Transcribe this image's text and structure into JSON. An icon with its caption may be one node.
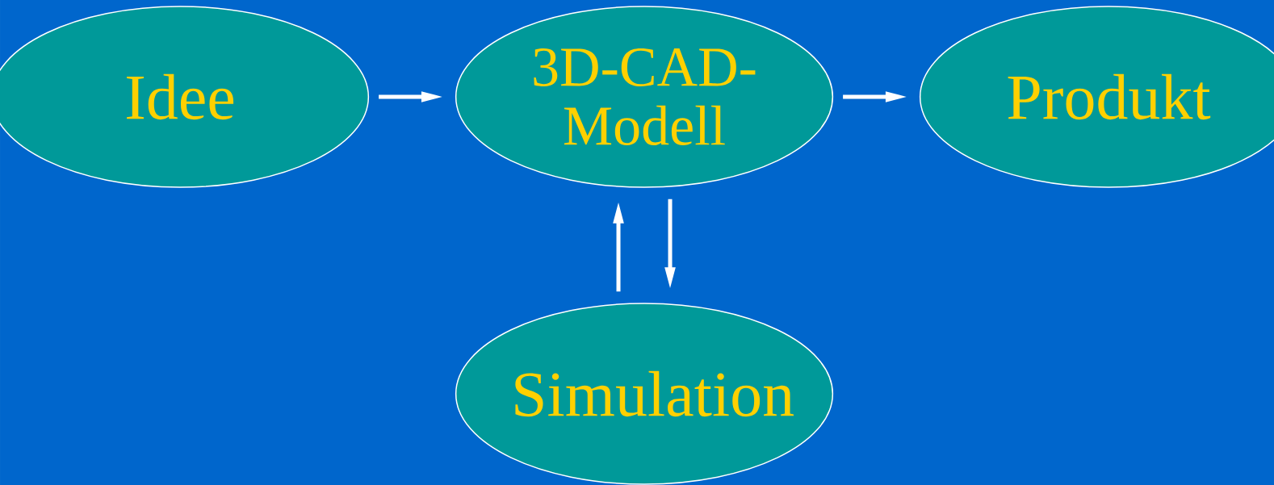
{
  "diagram": {
    "nodes": [
      {
        "text": [
          "Idee"
        ]
      },
      {
        "text": [
          "3D-CAD-Modell"
        ]
      },
      {
        "text": [
          "Produkt"
        ]
      },
      {
        "text": [
          "Simulation"
        ]
      }
    ],
    "edges": [
      {
        "from": 0,
        "to": 1,
        "arrow": "to"
      },
      {
        "from": 1,
        "to": 2,
        "arrow": "to"
      },
      {
        "from": 3,
        "to": 1,
        "arrow": "to"
      },
      {
        "from": 1,
        "to": 3,
        "arrow": "to"
      }
    ]
  }
}
